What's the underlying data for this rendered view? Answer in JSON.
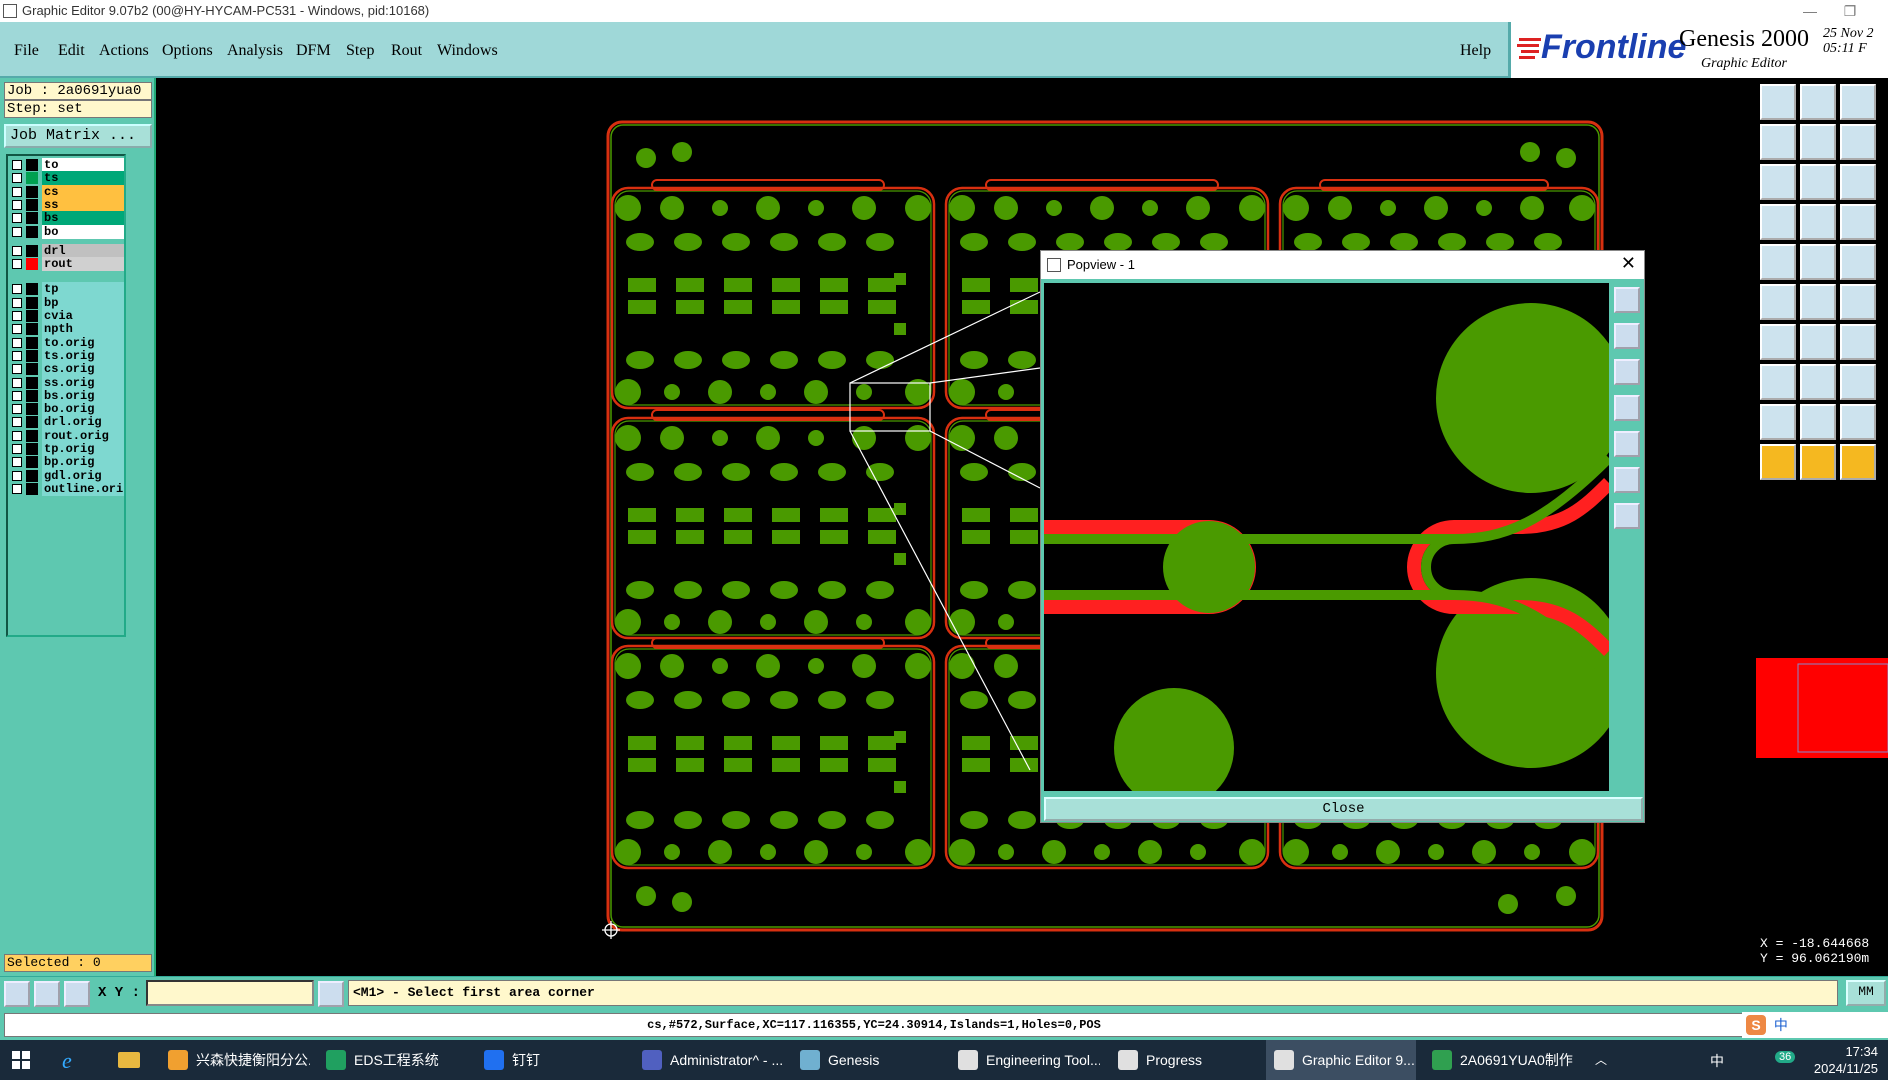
{
  "window": {
    "title": "Graphic Editor 9.07b2 (00@HY-HYCAM-PC531 - Windows, pid:10168)",
    "minimize": "—",
    "restore": "❐"
  },
  "menu": {
    "items": [
      "File",
      "Edit",
      "Actions",
      "Options",
      "Analysis",
      "DFM",
      "Step",
      "Rout",
      "Windows"
    ],
    "help": "Help"
  },
  "logo": {
    "brand": "Frontline",
    "product": "Genesis 2000",
    "subtitle": "Graphic Editor",
    "date": "25 Nov 2",
    "time": "05:11 F"
  },
  "job": {
    "job_line": "Job : 2a0691yua0",
    "step_line": "Step: set",
    "matrix_button": "Job Matrix ...",
    "selected": "Selected : 0"
  },
  "layers": [
    {
      "name": "to",
      "swatch": "#000000",
      "bg": "#ffffff"
    },
    {
      "name": "ts",
      "swatch": "#00a050",
      "bg": "#00a878"
    },
    {
      "name": "cs",
      "swatch": "#000000",
      "bg": "#ffc040"
    },
    {
      "name": "ss",
      "swatch": "#000000",
      "bg": "#ffc040"
    },
    {
      "name": "bs",
      "swatch": "#000000",
      "bg": "#00a878"
    },
    {
      "name": "bo",
      "swatch": "#000000",
      "bg": "#ffffff"
    },
    {
      "name": "drl",
      "swatch": "#000000",
      "bg": "#c0c0c0"
    },
    {
      "name": "rout",
      "swatch": "#ff0000",
      "bg": "#d0d0d0"
    },
    {
      "name": "tp",
      "swatch": "#000000",
      "bg": "#7ed8d0"
    },
    {
      "name": "bp",
      "swatch": "#000000",
      "bg": "#7ed8d0"
    },
    {
      "name": "cvia",
      "swatch": "#000000",
      "bg": "#7ed8d0"
    },
    {
      "name": "npth",
      "swatch": "#000000",
      "bg": "#7ed8d0"
    },
    {
      "name": "to.orig",
      "swatch": "#000000",
      "bg": "#7ed8d0"
    },
    {
      "name": "ts.orig",
      "swatch": "#000000",
      "bg": "#7ed8d0"
    },
    {
      "name": "cs.orig",
      "swatch": "#000000",
      "bg": "#7ed8d0"
    },
    {
      "name": "ss.orig",
      "swatch": "#000000",
      "bg": "#7ed8d0"
    },
    {
      "name": "bs.orig",
      "swatch": "#000000",
      "bg": "#7ed8d0"
    },
    {
      "name": "bo.orig",
      "swatch": "#000000",
      "bg": "#7ed8d0"
    },
    {
      "name": "drl.orig",
      "swatch": "#000000",
      "bg": "#7ed8d0"
    },
    {
      "name": "rout.orig",
      "swatch": "#000000",
      "bg": "#7ed8d0"
    },
    {
      "name": "tp.orig",
      "swatch": "#000000",
      "bg": "#7ed8d0"
    },
    {
      "name": "bp.orig",
      "swatch": "#000000",
      "bg": "#7ed8d0"
    },
    {
      "name": "gdl.orig",
      "swatch": "#000000",
      "bg": "#7ed8d0"
    },
    {
      "name": "outline.orig",
      "swatch": "#000000",
      "bg": "#7ed8d0"
    }
  ],
  "popview": {
    "title": "Popview - 1",
    "close_label": "Close"
  },
  "coords": {
    "x": "X = -18.644668",
    "y": "Y = 96.062190m"
  },
  "command": {
    "xy_label": "X Y :",
    "xy_value": "",
    "prompt": "<M1> - Select first area corner",
    "unit": "MM"
  },
  "status": {
    "text": "cs,#572,Surface,XC=117.116355,YC=24.30914,Islands=1,Holes=0,POS"
  },
  "ime": {
    "lang": "中"
  },
  "taskbar": {
    "items": [
      {
        "label": "兴森快捷衡阳分公...",
        "icon_color": "#f0a030"
      },
      {
        "label": "EDS工程系统",
        "icon_color": "#20a060"
      },
      {
        "label": "钉钉",
        "icon_color": "#2070f0"
      },
      {
        "label": "Administrator^ - ...",
        "icon_color": "#5060c0"
      },
      {
        "label": "Genesis",
        "icon_color": "#70b0d0"
      },
      {
        "label": "Engineering Tool...",
        "icon_color": "#e0e0e0"
      },
      {
        "label": "Progress",
        "icon_color": "#e0e0e0"
      },
      {
        "label": "Graphic Editor 9....",
        "icon_color": "#e0e0e0"
      },
      {
        "label": "2A0691YUA0制作...",
        "icon_color": "#30a050"
      }
    ],
    "active_index": 7,
    "tray_lang": "中",
    "tray_badge": "36",
    "time": "17:34",
    "date": "2024/11/25"
  },
  "colors": {
    "panel": "#5ec8b0",
    "menubar": "#9fd8d8",
    "pad": "#4a9a00",
    "rout": "#ff2020"
  }
}
